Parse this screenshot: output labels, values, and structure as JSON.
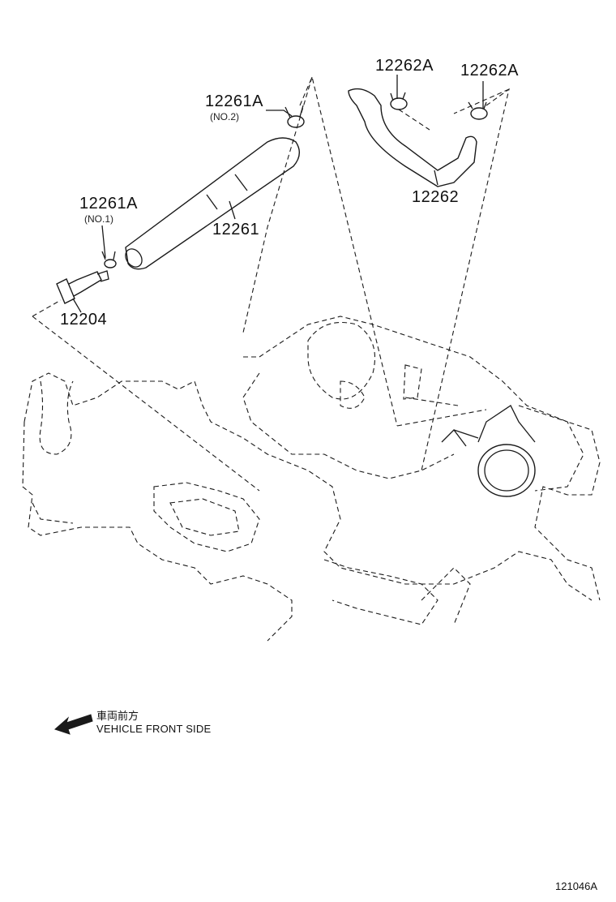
{
  "labels": {
    "p12261A_no2": "12261A",
    "p12261A_no2_note": "(NO.2)",
    "p12262A_left": "12262A",
    "p12262A_right": "12262A",
    "p12262": "12262",
    "p12261A_no1": "12261A",
    "p12261A_no1_note": "(NO.1)",
    "p12261": "12261",
    "p12204": "12204"
  },
  "legend": {
    "jp": "車両前方",
    "en": "VEHICLE FRONT SIDE"
  },
  "figure_ref": "121046A"
}
